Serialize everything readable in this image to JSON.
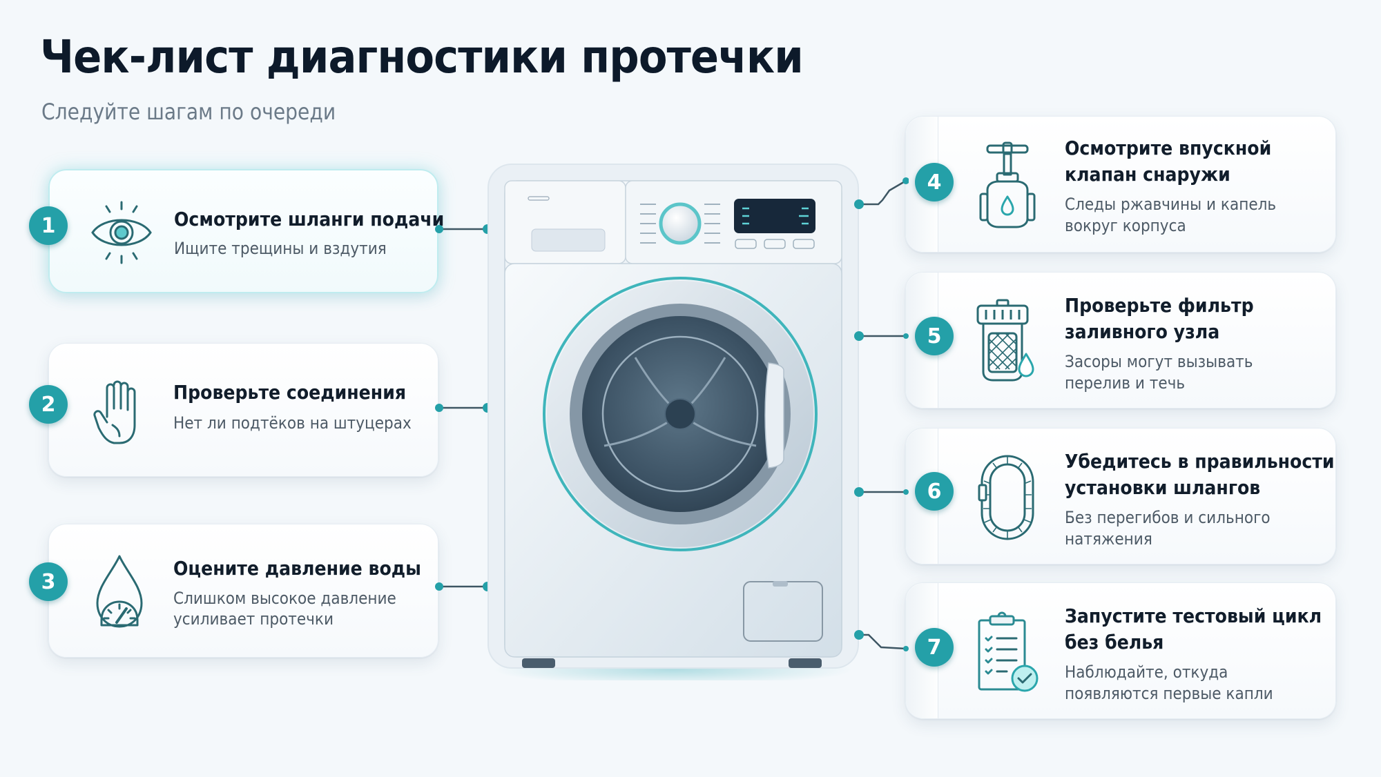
{
  "header": {
    "title": "Чек-лист диагностики протечки",
    "subtitle": "Следуйте шагам по очереди"
  },
  "colors": {
    "accent": "#24a0a8",
    "background": "#f4f8fb",
    "title": "#0d1a2a",
    "description": "#4d5a66",
    "icon_stroke": "#2a6a72"
  },
  "steps": [
    {
      "number": "1",
      "icon": "eye-icon",
      "title": "Осмотрите шланги подачи",
      "title_line2": "",
      "desc_line1": "Ищите трещины и вздутия",
      "desc_line2": "",
      "side": "left",
      "highlighted": true
    },
    {
      "number": "2",
      "icon": "hand-icon",
      "title": "Проверьте соединения",
      "title_line2": "",
      "desc_line1": "Нет ли подтёков на штуцерах",
      "desc_line2": "",
      "side": "left",
      "highlighted": false
    },
    {
      "number": "3",
      "icon": "pressure-drop-gauge-icon",
      "title": "Оцените давление воды",
      "title_line2": "",
      "desc_line1": "Слишком высокое давление",
      "desc_line2": "усиливает протечки",
      "side": "left",
      "highlighted": false
    },
    {
      "number": "4",
      "icon": "valve-tap-icon",
      "title": "Осмотрите впускной",
      "title_line2": "клапан снаружи",
      "desc_line1": "Следы ржавчины и капель",
      "desc_line2": "вокруг корпуса",
      "side": "right",
      "highlighted": false
    },
    {
      "number": "5",
      "icon": "filter-icon",
      "title": "Проверьте фильтр",
      "title_line2": "заливного узла",
      "desc_line1": "Засоры могут вызывать",
      "desc_line2": "перелив и течь",
      "side": "right",
      "highlighted": false
    },
    {
      "number": "6",
      "icon": "hose-loop-icon",
      "title": "Убедитесь в правильности",
      "title_line2": "установки шлангов",
      "desc_line1": "Без перегибов и сильного",
      "desc_line2": "натяжения",
      "side": "right",
      "highlighted": false
    },
    {
      "number": "7",
      "icon": "clipboard-check-icon",
      "title": "Запустите тестовый цикл",
      "title_line2": "без белья",
      "desc_line1": "Наблюдайте, откуда",
      "desc_line2": "появляются первые капли",
      "side": "right",
      "highlighted": false
    }
  ],
  "illustration": {
    "subject": "washing-machine",
    "parts": [
      "detergent-drawer",
      "program-dial",
      "digital-display",
      "control-buttons",
      "door-porthole",
      "drum",
      "filter-hatch",
      "feet"
    ]
  }
}
